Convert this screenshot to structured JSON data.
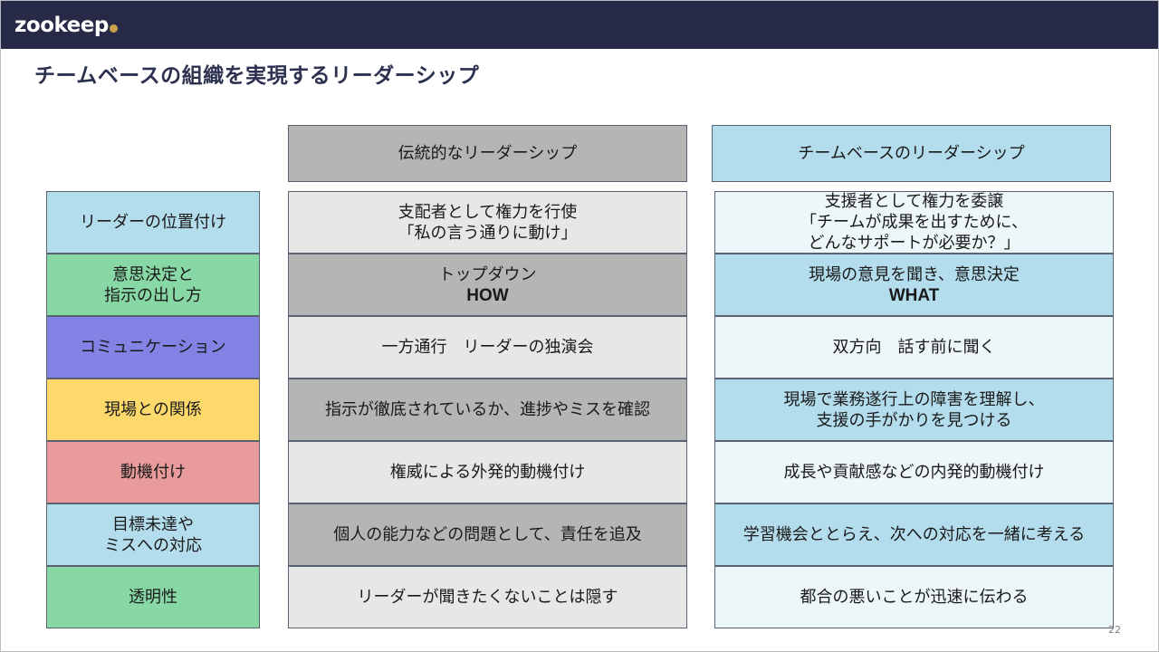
{
  "header": {
    "logo_text": "zookeep",
    "logo_dot_color": "#c8a24a"
  },
  "slide": {
    "title": "チームベースの組織を実現するリーダーシップ",
    "page_number": "22"
  },
  "columns": {
    "traditional": "伝統的なリーダーシップ",
    "team_based": "チームベースのリーダーシップ"
  },
  "rows": [
    {
      "label": [
        "リーダーの位置付け"
      ],
      "label_color": "#b3dcec",
      "traditional": [
        "支配者として権力を行使",
        "「私の言う通りに動け」"
      ],
      "team_based": [
        "支援者として権力を委譲",
        "「チームが成果を出すために、",
        "どんなサポートが必要か？」"
      ]
    },
    {
      "label": [
        "意思決定と",
        "指示の出し方"
      ],
      "label_color": "#88d8a6",
      "traditional": [
        "トップダウン"
      ],
      "traditional_strong": "HOW",
      "team_based": [
        "現場の意見を聞き、意思決定"
      ],
      "team_based_strong": "WHAT"
    },
    {
      "label": [
        "コミュニケーション"
      ],
      "label_color": "#8383e6",
      "traditional": [
        "一方通行　リーダーの独演会"
      ],
      "team_based": [
        "双方向　話す前に聞く"
      ]
    },
    {
      "label": [
        "現場との関係"
      ],
      "label_color": "#fdd96c",
      "traditional": [
        "指示が徹底されているか、進捗やミスを確認"
      ],
      "team_based": [
        "現場で業務遂行上の障害を理解し、",
        "支援の手がかりを見つける"
      ]
    },
    {
      "label": [
        "動機付け"
      ],
      "label_color": "#e99b9b",
      "traditional": [
        "権威による外発的動機付け"
      ],
      "team_based": [
        "成長や貢献感などの内発的動機付け"
      ]
    },
    {
      "label": [
        "目標未達や",
        "ミスへの対応"
      ],
      "label_color": "#b3dcec",
      "traditional": [
        "個人の能力などの問題として、責任を追及"
      ],
      "team_based": [
        "学習機会ととらえ、次への対応を一緒に考える"
      ]
    },
    {
      "label": [
        "透明性"
      ],
      "label_color": "#88d8a6",
      "traditional": [
        "リーダーが聞きたくないことは隠す"
      ],
      "team_based": [
        "都合の悪いことが迅速に伝わる"
      ]
    }
  ],
  "colors": {
    "header_bg": "#262a47",
    "title_color": "#2c3150",
    "traditional_header_bg": "#b5b5b5",
    "team_header_bg": "#b3dcec",
    "traditional_light": "#e7e7e7",
    "traditional_dark": "#b5b5b5",
    "team_light": "#edf6f9",
    "team_dark": "#b3dcec"
  }
}
